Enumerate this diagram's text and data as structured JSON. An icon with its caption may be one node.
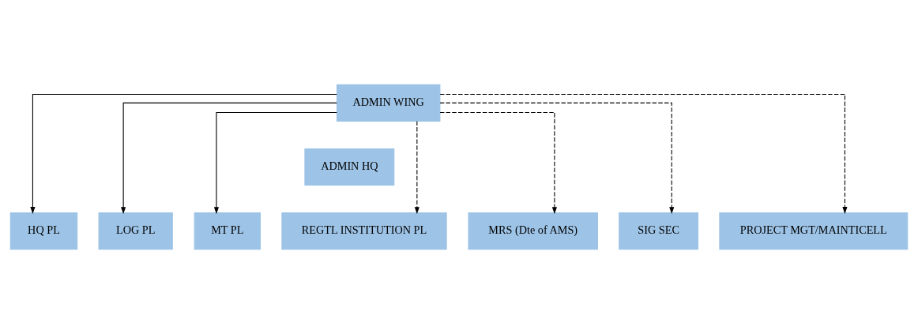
{
  "diagram": {
    "nodes": [
      {
        "text": [
          "ADMIN WING"
        ]
      },
      {
        "text": [
          "ADMIN HQ"
        ]
      },
      {
        "text": [
          "HQ PL"
        ]
      },
      {
        "text": [
          "LOG PL"
        ]
      },
      {
        "text": [
          "MT PL"
        ]
      },
      {
        "text": [
          "REGTL INSTITUTION PL"
        ]
      },
      {
        "text": [
          "MRS (Dte of AMS)"
        ]
      },
      {
        "text": [
          "SIG SEC"
        ]
      },
      {
        "text": [
          "PROJECT MGT/MAINTICELL"
        ]
      }
    ],
    "edges": [
      {
        "from": 0,
        "to": 2,
        "arrow": "to"
      },
      {
        "from": 0,
        "to": 3,
        "arrow": "to"
      },
      {
        "from": 0,
        "to": 4,
        "arrow": "to"
      },
      {
        "from": 0,
        "to": 5,
        "arrow": "to",
        "style": "dashed"
      },
      {
        "from": 0,
        "to": 6,
        "arrow": "to",
        "style": "dashed"
      },
      {
        "from": 0,
        "to": 7,
        "arrow": "to",
        "style": "dashed"
      },
      {
        "from": 0,
        "to": 8,
        "arrow": "to",
        "style": "dashed"
      }
    ]
  }
}
